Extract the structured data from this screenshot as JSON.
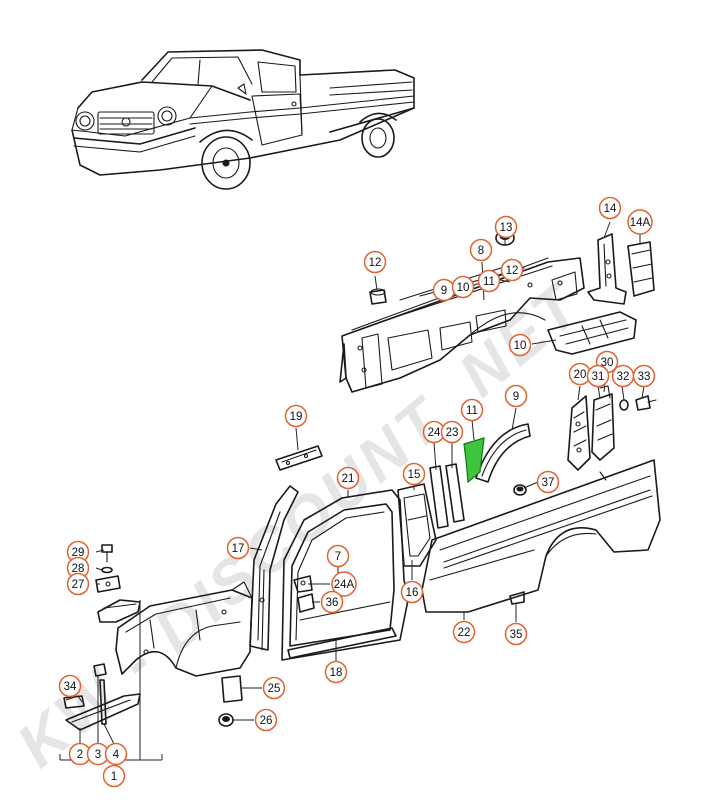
{
  "watermark": "KW - DISCOUNT .NET",
  "parts": [
    {
      "id": "p12a",
      "label": "12"
    },
    {
      "id": "p13",
      "label": "13"
    },
    {
      "id": "p8",
      "label": "8"
    },
    {
      "id": "p9a",
      "label": "9"
    },
    {
      "id": "p10a",
      "label": "10"
    },
    {
      "id": "p11a",
      "label": "11"
    },
    {
      "id": "p12b",
      "label": "12"
    },
    {
      "id": "p14",
      "label": "14"
    },
    {
      "id": "p14A",
      "label": "14A"
    },
    {
      "id": "p10b",
      "label": "10"
    },
    {
      "id": "p30",
      "label": "30"
    },
    {
      "id": "p20",
      "label": "20"
    },
    {
      "id": "p31",
      "label": "31"
    },
    {
      "id": "p32",
      "label": "32"
    },
    {
      "id": "p33",
      "label": "33"
    },
    {
      "id": "p19",
      "label": "19"
    },
    {
      "id": "p11b",
      "label": "11"
    },
    {
      "id": "p9b",
      "label": "9"
    },
    {
      "id": "p24",
      "label": "24"
    },
    {
      "id": "p23",
      "label": "23"
    },
    {
      "id": "p37",
      "label": "37"
    },
    {
      "id": "p21",
      "label": "21"
    },
    {
      "id": "p15",
      "label": "15"
    },
    {
      "id": "p17",
      "label": "17"
    },
    {
      "id": "p7",
      "label": "7"
    },
    {
      "id": "p29",
      "label": "29"
    },
    {
      "id": "p28",
      "label": "28"
    },
    {
      "id": "p27",
      "label": "27"
    },
    {
      "id": "p24A",
      "label": "24A"
    },
    {
      "id": "p16",
      "label": "16"
    },
    {
      "id": "p36",
      "label": "36"
    },
    {
      "id": "p22",
      "label": "22"
    },
    {
      "id": "p35",
      "label": "35"
    },
    {
      "id": "p18",
      "label": "18"
    },
    {
      "id": "p34",
      "label": "34"
    },
    {
      "id": "p25",
      "label": "25"
    },
    {
      "id": "p26",
      "label": "26"
    },
    {
      "id": "p2",
      "label": "2"
    },
    {
      "id": "p3",
      "label": "3"
    },
    {
      "id": "p4",
      "label": "4"
    },
    {
      "id": "p1",
      "label": "1"
    }
  ],
  "colors": {
    "callout_ring": "#e0622f",
    "highlight": "#3ec43e",
    "line": "#1a1a1a",
    "watermark": "#cfcfcf"
  }
}
